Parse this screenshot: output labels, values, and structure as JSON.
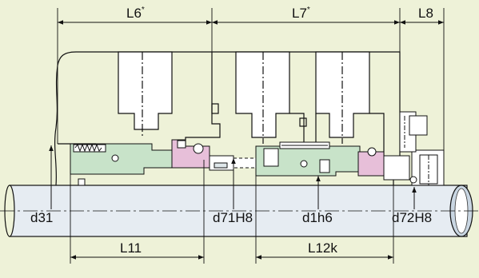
{
  "labels": {
    "L6": "L6",
    "L6_mark": "*",
    "L7": "L7",
    "L7_mark": "*",
    "L8": "L8",
    "d31": "d31",
    "d71H8": "d71H8",
    "d1h6": "d1h6",
    "d72H8": "d72H8",
    "L11": "L11",
    "L12k": "L12k"
  },
  "colors": {
    "background": "#eef2d8",
    "line": "#111111",
    "seal_pink": "#e7bfd9",
    "seal_green": "#c8e3c9",
    "shaft": "#e6ecf2"
  }
}
